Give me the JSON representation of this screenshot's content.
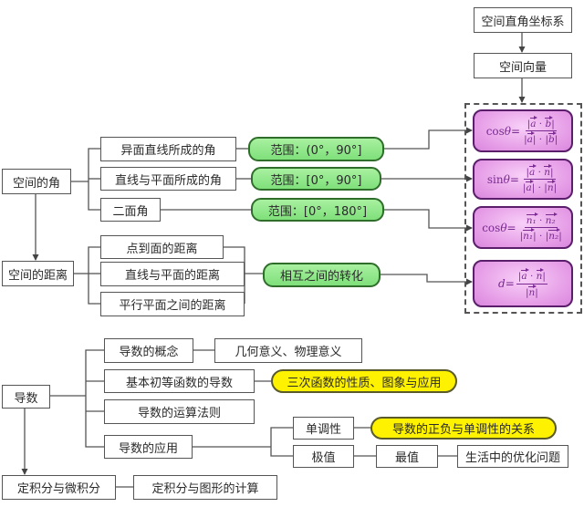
{
  "title": "空间向量与导数知识结构图",
  "colors": {
    "green_pill": "#7fe07a",
    "yellow_pill": "#fff200",
    "pink_formula": "#e59be6",
    "line": "#555555"
  },
  "vector_chain": {
    "coordinate_system": "空间直角坐标系",
    "space_vector": "空间向量"
  },
  "space_angle": {
    "label": "空间的角",
    "branches": [
      {
        "label": "异面直线所成的角",
        "range": "范围：(0°，90°]"
      },
      {
        "label": "直线与平面所成的角",
        "range": "范围：[0°，90°]"
      },
      {
        "label": "二面角",
        "range": "范围：[0°，180°]"
      }
    ]
  },
  "space_distance": {
    "label": "空间的距离",
    "branches": [
      "点到面的距离",
      "直线与平面的距离",
      "平行平面之间的距离"
    ],
    "conversion": "相互之间的转化"
  },
  "formulas": [
    {
      "lhs_fn": "cos",
      "lhs_var": "θ",
      "eq": "=",
      "num": [
        "a",
        "·",
        "b"
      ],
      "den": [
        "a",
        "·",
        "b"
      ],
      "num_abs": true,
      "den_abs_each": true
    },
    {
      "lhs_fn": "sin",
      "lhs_var": "θ",
      "eq": "=",
      "num": [
        "a",
        "·",
        "n"
      ],
      "den": [
        "a",
        "·",
        "n"
      ],
      "num_abs": true,
      "den_abs_each": true
    },
    {
      "lhs_fn": "cos",
      "lhs_var": "θ",
      "eq": "=",
      "num": [
        "n₁",
        "·",
        "n₂"
      ],
      "den": [
        "n₁",
        "·",
        "n₂"
      ],
      "num_abs": false,
      "den_abs_each": true
    },
    {
      "lhs_fn": "",
      "lhs_var": "d",
      "eq": "=",
      "num": [
        "a",
        "·",
        "n"
      ],
      "den": [
        "n"
      ],
      "num_abs": true,
      "den_abs_each": true
    }
  ],
  "derivative": {
    "label": "导数",
    "concept": "导数的概念",
    "concept_meaning": "几何意义、物理意义",
    "basic_functions": "基本初等函数的导数",
    "cubic": "三次函数的性质、图象与应用",
    "rules": "导数的运算法则",
    "application": "导数的应用",
    "monotonicity": "单调性",
    "monotonicity_relation": "导数的正负与单调性的关系",
    "extremum": "极值",
    "max_min": "最值",
    "optimization": "生活中的优化问题"
  },
  "integral": {
    "label": "定积分与微积分",
    "area": "定积分与图形的计算"
  }
}
